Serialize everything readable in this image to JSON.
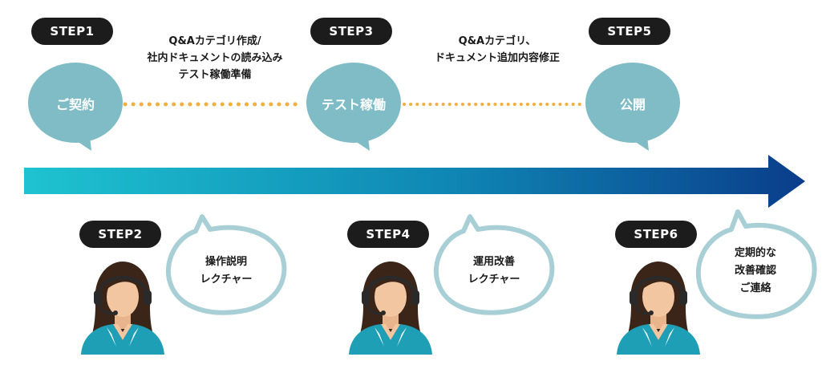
{
  "top_steps": [
    {
      "badge": "STEP1",
      "bubble": "ご契約"
    },
    {
      "badge": "STEP3",
      "bubble": "テスト稼働"
    },
    {
      "badge": "STEP5",
      "bubble": "公開"
    }
  ],
  "top_notes": [
    {
      "lines": [
        "Q&Aカテゴリ作成/",
        "社内ドキュメントの読み込み",
        "テスト稼働準備"
      ]
    },
    {
      "lines": [
        "Q&Aカテゴリ、",
        "ドキュメント追加内容修正"
      ]
    }
  ],
  "bottom_steps": [
    {
      "badge": "STEP2",
      "lines": [
        "操作説明",
        "レクチャー"
      ]
    },
    {
      "badge": "STEP4",
      "lines": [
        "運用改善",
        "レクチャー"
      ]
    },
    {
      "badge": "STEP6",
      "lines": [
        "定期的な",
        "改善確認",
        "ご連絡"
      ]
    }
  ],
  "colors": {
    "bubble_fill": "#7fbcc6",
    "cloud_stroke": "#a9cfd6",
    "dotted_line": "#f0b03f",
    "arrow_start": "#1ec3d0",
    "arrow_end": "#0a3d8a",
    "badge_bg": "#1c1c1c",
    "shirt": "#1e9fb6",
    "hair": "#3b2418",
    "skin": "#f2c6a0"
  },
  "icons": [
    "speech-bubble-icon",
    "thought-cloud-icon",
    "operator-headset-icon",
    "timeline-arrow-icon"
  ]
}
